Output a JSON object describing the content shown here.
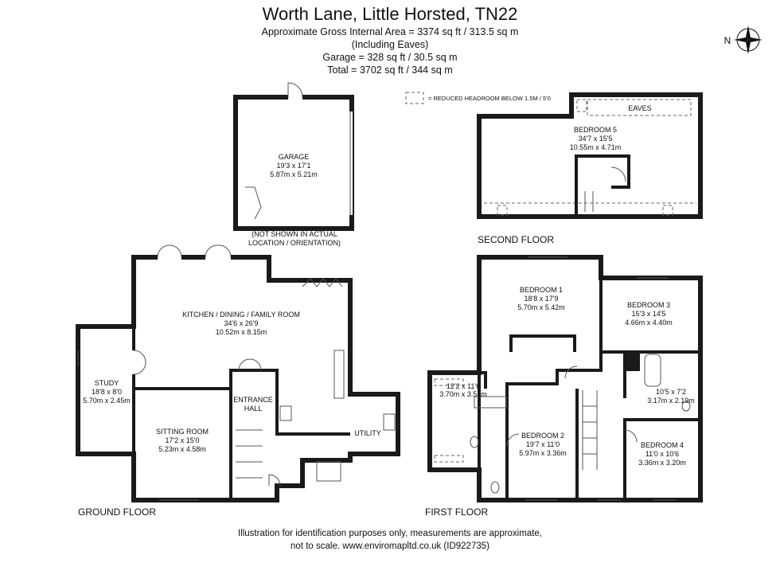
{
  "header": {
    "title": "Worth Lane, Little Horsted, TN22",
    "lines": [
      "Approximate Gross Internal Area = 3374 sq ft / 313.5 sq m",
      "(Including Eaves)",
      "Garage = 328 sq ft / 30.5 sq m",
      "Total = 3702 sq ft / 344 sq m"
    ]
  },
  "compass": {
    "label": "N",
    "icon": "compass-rose-icon"
  },
  "legend": {
    "text": "= REDUCED HEADROOM BELOW 1.5M / 5'0"
  },
  "garage": {
    "name": "GARAGE",
    "imperial": "19'3 x 17'1",
    "metric": "5.87m x 5.21m",
    "note": [
      "(NOT SHOWN IN ACTUAL",
      "LOCATION / ORIENTATION)"
    ]
  },
  "second_floor": {
    "label": "SECOND FLOOR",
    "eaves": "EAVES",
    "bedroom5": {
      "name": "BEDROOM 5",
      "imperial": "34'7 x 15'5",
      "metric": "10.55m x 4.71m"
    }
  },
  "ground_floor": {
    "label": "GROUND FLOOR",
    "kitchen": {
      "name": "KITCHEN / DINING / FAMILY ROOM",
      "imperial": "34'6 x 26'9",
      "metric": "10.52m x 8.15m"
    },
    "study": {
      "name": "STUDY",
      "imperial": "18'8 x 8'0",
      "metric": "5.70m x 2.45m"
    },
    "sitting": {
      "name": "SITTING ROOM",
      "imperial": "17'2 x 15'0",
      "metric": "5.23m x 4.58m"
    },
    "hall": {
      "name1": "ENTRANCE",
      "name2": "HALL"
    },
    "utility": {
      "name": "UTILITY"
    }
  },
  "first_floor": {
    "label": "FIRST FLOOR",
    "bedroom1": {
      "name": "BEDROOM 1",
      "imperial": "18'8 x 17'9",
      "metric": "5.70m x 5.42m"
    },
    "bedroom2": {
      "name": "BEDROOM 2",
      "imperial": "19'7 x 11'0",
      "metric": "5.97m x 3.36m"
    },
    "bedroom3": {
      "name": "BEDROOM 3",
      "imperial": "15'3 x 14'5",
      "metric": "4.66m x 4.40m"
    },
    "bedroom4": {
      "name": "BEDROOM 4",
      "imperial": "11'0 x 10'6",
      "metric": "3.36m x 3.20m"
    },
    "ensuite": {
      "imperial": "12'2 x 11'6",
      "metric": "3.70m x 3.51m"
    },
    "bathroom": {
      "imperial": "10'5 x 7'2",
      "metric": "3.17m x 2.19m"
    }
  },
  "footer": {
    "line1": "Illustration for identification purposes only, measurements are approximate,",
    "line2": "not to scale. www.enviromapltd.co.uk (ID922735)"
  }
}
